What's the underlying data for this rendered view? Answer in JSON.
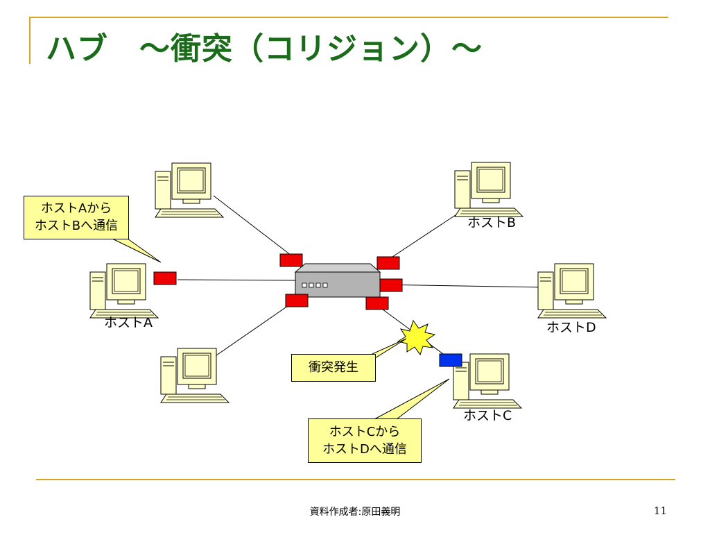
{
  "slide": {
    "title": "ハブ　～衝突（コリジョン）～",
    "colors": {
      "title": "#1a6b1a",
      "rule": "#d9a520",
      "packet_red": "#ee0000",
      "packet_blue": "#0033ee",
      "callout_fill": "#ffff99",
      "hub_fill": "#b3b3b3",
      "monitor_fill": "#ffffcc"
    }
  },
  "hosts": {
    "a": "ホストA",
    "b": "ホストB",
    "c": "ホストC",
    "d": "ホストD"
  },
  "callouts": {
    "a_to_b": [
      "ホストAから",
      "ホストBへ通信"
    ],
    "c_to_d": [
      "ホストCから",
      "ホストDへ通信"
    ],
    "collision": "衝突発生"
  },
  "icons": {
    "computer": "desktop-computer-icon",
    "hub": "network-hub-icon",
    "collision": "collision-burst-icon",
    "packet": "data-packet-icon"
  },
  "footer": {
    "author": "資料作成者:原田義明",
    "page": "11"
  }
}
